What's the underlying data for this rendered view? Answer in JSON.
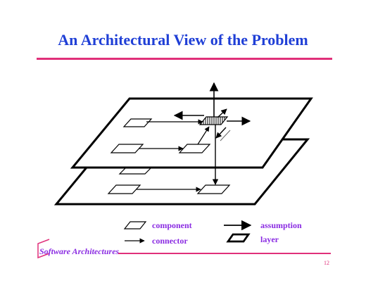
{
  "slide": {
    "title": "An Architectural View of the Problem",
    "footer_brand": "Software Architectures",
    "page_number": "12"
  },
  "legend": {
    "component": "component",
    "connector": "connector",
    "assumption": "assumption",
    "layer": "layer"
  },
  "colors": {
    "title": "#1f3fd6",
    "accent_rule": "#e0307a",
    "legend_text": "#8a2be2"
  }
}
